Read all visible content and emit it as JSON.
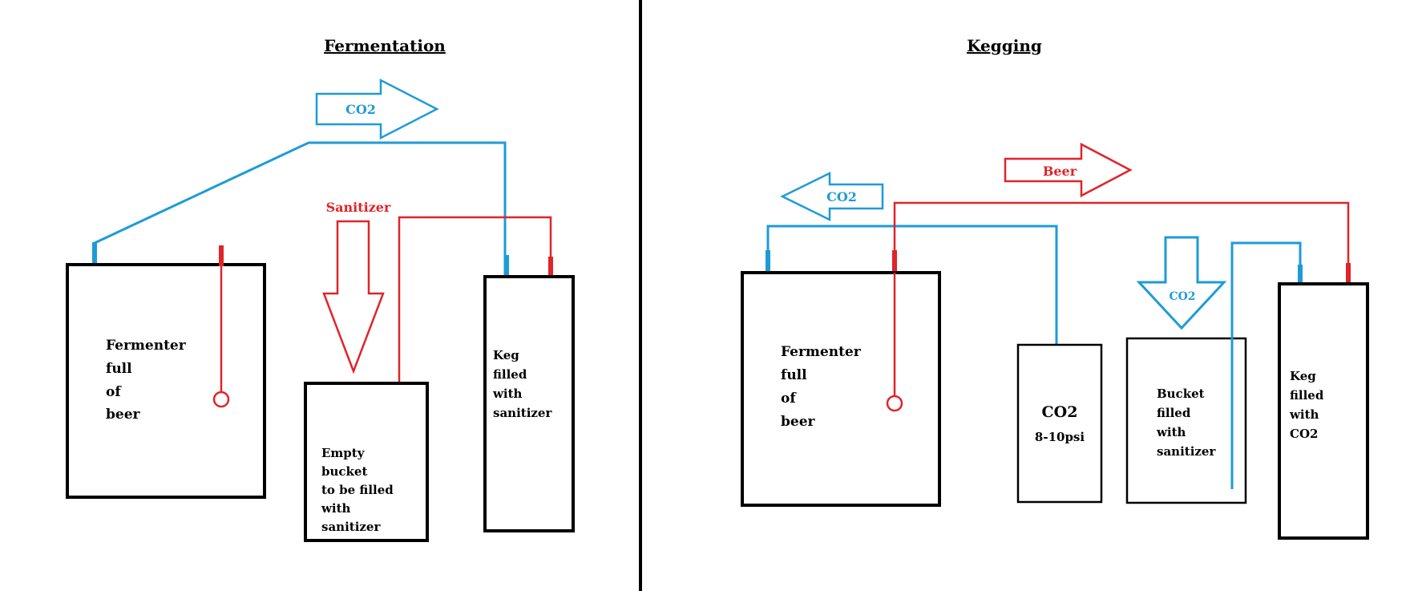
{
  "fermentation": {
    "title": "Fermentation",
    "co2_arrow": "CO2",
    "sanitizer_label": "Sanitizer",
    "fermenter": [
      "Fermenter",
      "full",
      "of",
      "beer"
    ],
    "empty_bucket": [
      "Empty",
      "bucket",
      "to be filled",
      "with",
      "sanitizer"
    ],
    "keg": [
      "Keg",
      "filled",
      "with",
      "sanitizer"
    ]
  },
  "kegging": {
    "title": "Kegging",
    "co2_arrow": "CO2",
    "beer_arrow": "Beer",
    "down_arrow": "CO2",
    "fermenter": [
      "Fermenter",
      "full",
      "of",
      "beer"
    ],
    "co2_tank": [
      "CO2",
      "8-10psi"
    ],
    "bucket": [
      "Bucket",
      "filled",
      "with",
      "sanitizer"
    ],
    "keg": [
      "Keg",
      "filled",
      "with",
      "CO2"
    ]
  },
  "colors": {
    "co2_line": "#1e9bd7",
    "beer_line": "#e0242a",
    "outline": "#000000"
  }
}
